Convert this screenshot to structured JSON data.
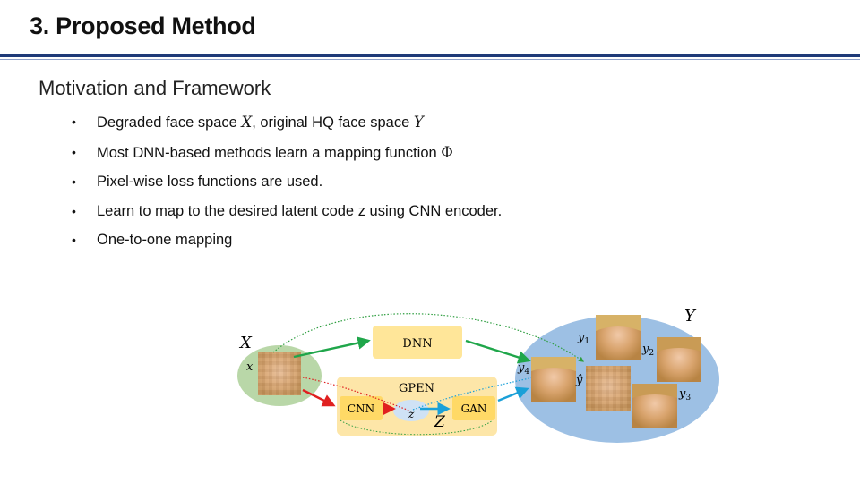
{
  "header": {
    "title": "3. Proposed Method"
  },
  "section": {
    "title": "Motivation and Framework"
  },
  "bullets": [
    {
      "pre": "Degraded face space ",
      "sym1": "X",
      "mid": ", original HQ face space ",
      "sym2": "Y"
    },
    {
      "pre": "Most DNN-based methods learn a mapping function ",
      "sym1": "Φ"
    },
    {
      "pre": "Pixel-wise loss functions are used."
    },
    {
      "pre": "Learn to map to the desired latent code z using CNN encoder."
    },
    {
      "pre": "One-to-one mapping"
    }
  ],
  "figure": {
    "input_space_label": "X",
    "input_label": "x",
    "output_space_label": "Y",
    "dnn_label": "DNN",
    "gpen_label": "GPEN",
    "cnn_label": "CNN",
    "gan_label": "GAN",
    "latent_label": "z",
    "latent_space_label": "Z",
    "out_labels": {
      "y1": "y",
      "y1_sub": "1",
      "y2": "y",
      "y2_sub": "2",
      "y3": "y",
      "y3_sub": "3",
      "y4": "y",
      "y4_sub": "4",
      "yhat": "ŷ"
    },
    "colors": {
      "title_rule": "#1f3a78",
      "input_ellipse": "#b9d7a8",
      "output_ellipse": "#9dc0e4",
      "box_fill": "#ffe699",
      "gpen_fill": "#fde6a8",
      "green_arrow": "#1fa64a",
      "red_arrow": "#e02020",
      "cyan_arrow": "#1aa0d8"
    },
    "icons": [
      "face-image-icon"
    ]
  }
}
